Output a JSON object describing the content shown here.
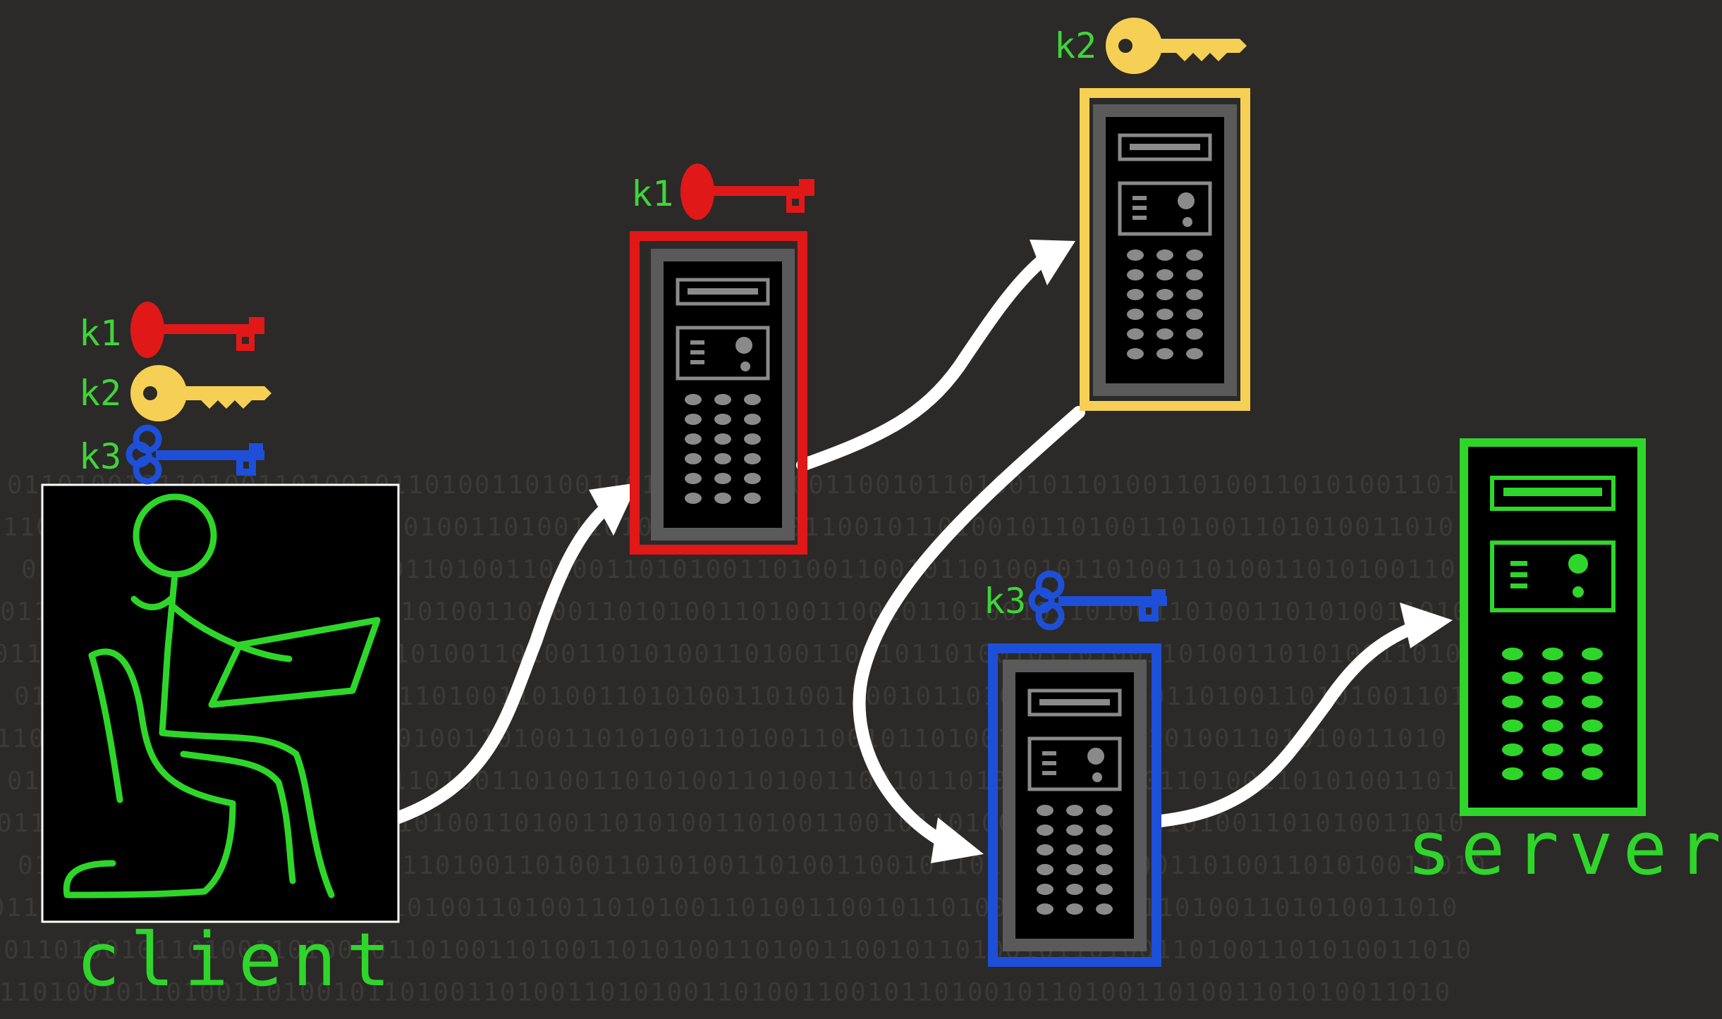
{
  "labels": {
    "client": "client",
    "server": "server"
  },
  "keys": {
    "k1": "k1",
    "k2": "k2",
    "k3": "k3"
  },
  "colors": {
    "background": "#2b2a28",
    "k1": "#e01818",
    "k2": "#f6d055",
    "k3": "#1e4fd8",
    "green": "#2fd62a",
    "arrow": "#ffffff"
  },
  "background_pattern": "0110100101101001101001011010011010011010100110100110010110100101101001101001101010011010"
}
